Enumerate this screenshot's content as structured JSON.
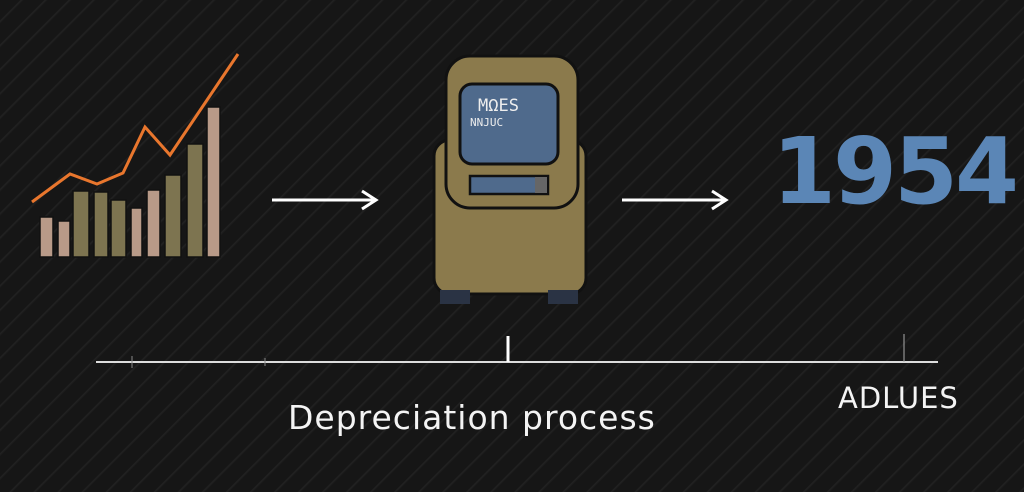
{
  "chart_data": {
    "type": "bar",
    "bars": [
      40,
      36,
      66,
      65,
      57,
      49,
      67,
      82,
      113,
      150
    ],
    "bar_tones": [
      "tan",
      "tan",
      "olive",
      "olive",
      "olive",
      "tan",
      "tan",
      "olive",
      "olive",
      "tan"
    ],
    "line": [
      60,
      88,
      78,
      89,
      135,
      107,
      208
    ]
  },
  "colors": {
    "tan": "#b89a88",
    "olive": "#7d7450",
    "line": "#e8762d",
    "machine": "#8b7a4c",
    "screen": "#4f6a8c",
    "year": "#5b86b6"
  },
  "machine": {
    "screen_line1": "MΩES",
    "screen_line2": "NNJUC"
  },
  "year": "1954",
  "caption": "Depreciation process",
  "side_label": "ADLUES"
}
